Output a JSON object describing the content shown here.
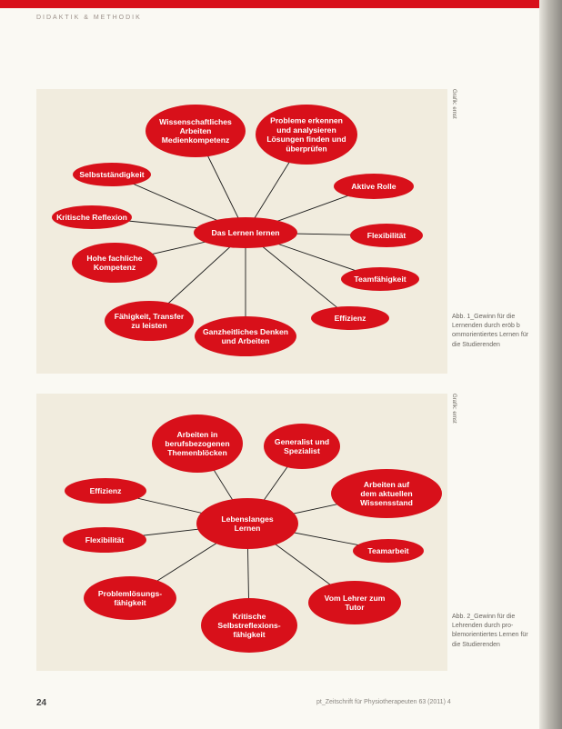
{
  "header": {
    "text": "DIDAKTIK & METHODIK"
  },
  "figure1": {
    "credit": "Grafik: ernst",
    "center": "Das Lernen lernen",
    "nodes": [
      {
        "lines": [
          "Wissenschaftliches",
          "Arbeiten",
          "Medienkompetenz"
        ]
      },
      {
        "lines": [
          "Probleme erkennen",
          "und analysieren",
          "Lösungen finden und",
          "überprüfen"
        ]
      },
      {
        "lines": [
          "Selbstständigkeit"
        ]
      },
      {
        "lines": [
          "Aktive Rolle"
        ]
      },
      {
        "lines": [
          "Kritische Reflexion"
        ]
      },
      {
        "lines": [
          "Flexibilität"
        ]
      },
      {
        "lines": [
          "Hohe fachliche",
          "Kompetenz"
        ]
      },
      {
        "lines": [
          "Teamfähigkeit"
        ]
      },
      {
        "lines": [
          "Fähigkeit, Transfer",
          "zu leisten"
        ]
      },
      {
        "lines": [
          "Ganzheitliches Denken",
          "und Arbeiten"
        ]
      },
      {
        "lines": [
          "Effizienz"
        ]
      }
    ],
    "caption": "Abb. 1_Gewinn für die Lernenden durch eröb b ommorientiertes Lernen für die Studierenden"
  },
  "figure2": {
    "credit": "Grafik: ernst",
    "center": [
      "Lebenslanges",
      "Lernen"
    ],
    "nodes": [
      {
        "lines": [
          "Arbeiten in",
          "berufsbezogenen",
          "Themenblöcken"
        ]
      },
      {
        "lines": [
          "Generalist und",
          "Spezialist"
        ]
      },
      {
        "lines": [
          "Effizienz"
        ]
      },
      {
        "lines": [
          "Arbeiten auf",
          "dem aktuellen",
          "Wissensstand"
        ]
      },
      {
        "lines": [
          "Flexibilität"
        ]
      },
      {
        "lines": [
          "Teamarbeit"
        ]
      },
      {
        "lines": [
          "Problemlösungs-",
          "fähigkeit"
        ]
      },
      {
        "lines": [
          "Vom Lehrer zum",
          "Tutor"
        ]
      },
      {
        "lines": [
          "Kritische",
          "Selbstreflexions-",
          "fähigkeit"
        ]
      }
    ],
    "caption": "Abb. 2_Gewinn für die Lehrenden durch pro- blemorientiertes Lernen für die Studierenden"
  },
  "footer": {
    "page_number": "24",
    "source": "pt_Zeitschrift für Physiotherapeuten 63 (2011) 4"
  },
  "colors": {
    "accent": "#d8101a",
    "panel": "#f1ecde",
    "connector": "#1c1c1c"
  }
}
